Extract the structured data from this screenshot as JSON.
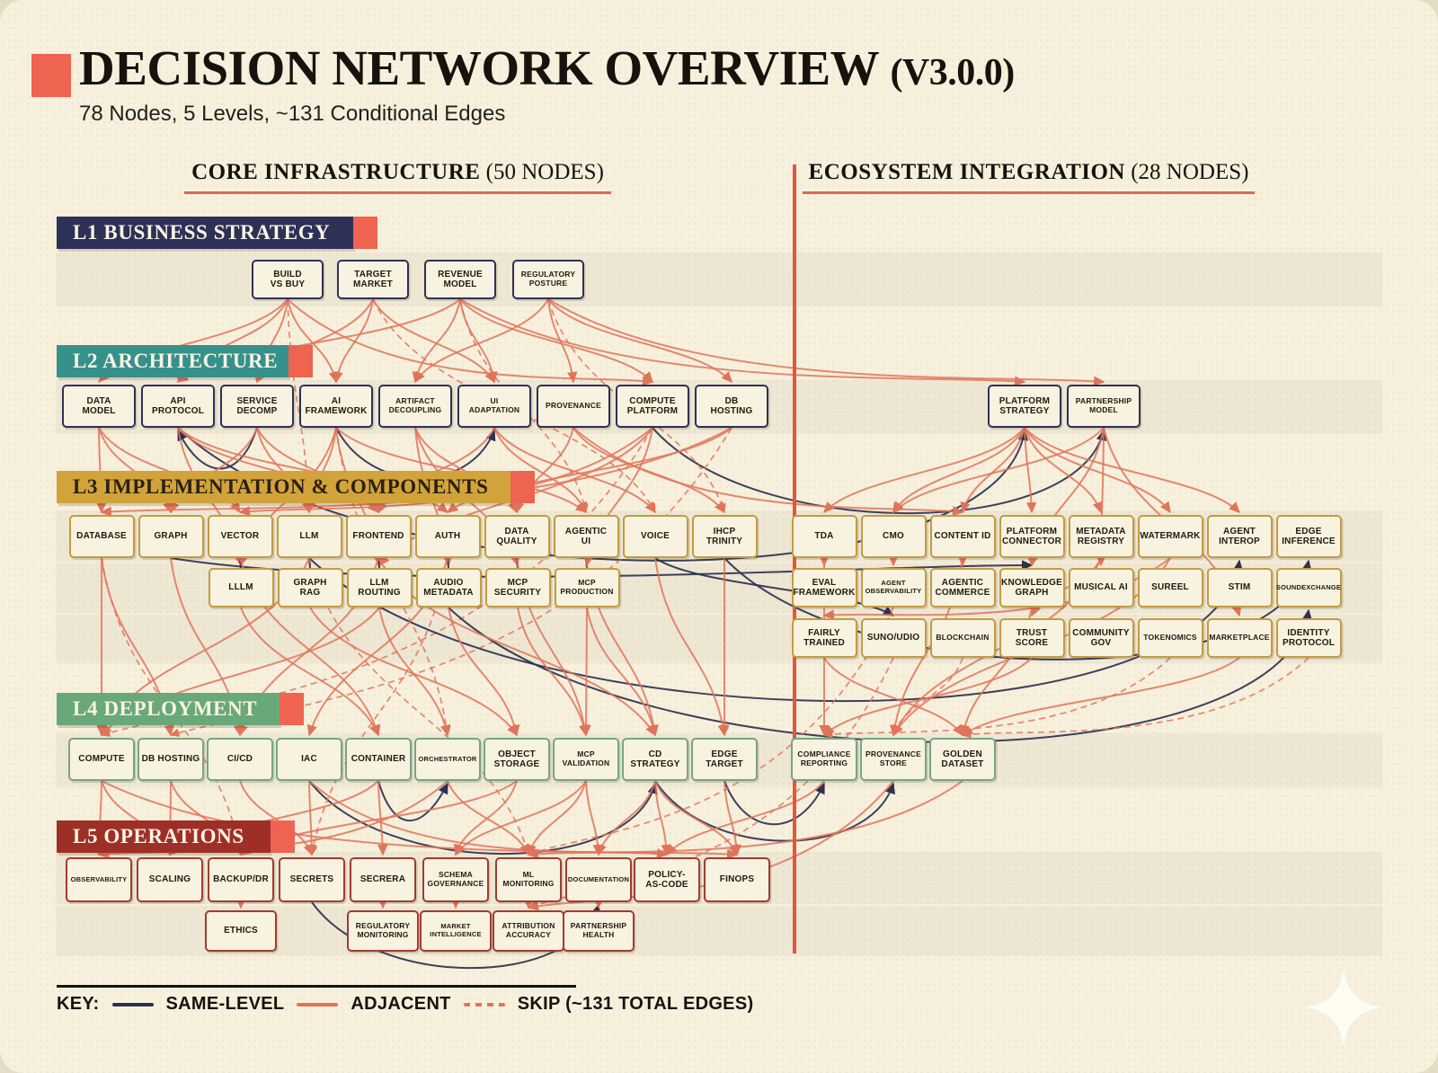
{
  "title": {
    "main": "DECISION NETWORK OVERVIEW",
    "version": "(V3.0.0)",
    "subtitle": "78 Nodes, 5 Levels, ~131 Conditional Edges"
  },
  "sections": {
    "left": {
      "name": "CORE INFRASTRUCTURE",
      "count": "(50 NODES)"
    },
    "right": {
      "name": "ECOSYSTEM INTEGRATION",
      "count": "(28 NODES)"
    }
  },
  "levels": [
    {
      "id": "l1",
      "title": "L1 BUSINESS STRATEGY",
      "color": "#2d3156"
    },
    {
      "id": "l2",
      "title": "L2 ARCHITECTURE",
      "color": "#35918a"
    },
    {
      "id": "l3",
      "title": "L3 IMPLEMENTATION & COMPONENTS",
      "color": "#d2a33b"
    },
    {
      "id": "l4",
      "title": "L4 DEPLOYMENT",
      "color": "#69a878"
    },
    {
      "id": "l5",
      "title": "L5 OPERATIONS",
      "color": "#9e2f27"
    }
  ],
  "colors": {
    "accent_red": "#ef6351",
    "edge_same": "#2d3150",
    "edge_adjacent": "#e0745a",
    "edge_skip": "#e0745a",
    "background": "#f6f0dd"
  },
  "groups": [
    {
      "key": "l1_row",
      "level": "l1",
      "nodes": [
        {
          "id": "build_vs_buy",
          "label": "BUILD\nVS BUY"
        },
        {
          "id": "target_market",
          "label": "TARGET\nMARKET"
        },
        {
          "id": "revenue_model",
          "label": "REVENUE\nMODEL"
        },
        {
          "id": "regulatory_posture",
          "label": "REGULATORY\nPOSTURE"
        }
      ]
    },
    {
      "key": "l2_left",
      "level": "l2",
      "nodes": [
        {
          "id": "data_model",
          "label": "DATA\nMODEL"
        },
        {
          "id": "api_protocol",
          "label": "API\nPROTOCOL"
        },
        {
          "id": "service_decomp",
          "label": "SERVICE\nDECOMP"
        },
        {
          "id": "ai_framework",
          "label": "AI\nFRAMEWORK"
        },
        {
          "id": "artifact_decoupling",
          "label": "ARTIFACT\nDECOUPLING"
        },
        {
          "id": "ui_adaptation",
          "label": "UI\nADAPTATION"
        },
        {
          "id": "provenance",
          "label": "PROVENANCE"
        },
        {
          "id": "compute_platform",
          "label": "COMPUTE\nPLATFORM"
        },
        {
          "id": "db_hosting",
          "label": "DB\nHOSTING"
        }
      ]
    },
    {
      "key": "l2_right",
      "level": "l2",
      "nodes": [
        {
          "id": "platform_strategy",
          "label": "PLATFORM\nSTRATEGY"
        },
        {
          "id": "partnership_model",
          "label": "PARTNERSHIP\nMODEL"
        }
      ]
    },
    {
      "key": "l3_r1_left",
      "level": "l3",
      "nodes": [
        {
          "id": "database",
          "label": "DATABASE"
        },
        {
          "id": "graph",
          "label": "GRAPH"
        },
        {
          "id": "vector",
          "label": "VECTOR"
        },
        {
          "id": "llm",
          "label": "LLM"
        },
        {
          "id": "frontend",
          "label": "FRONTEND"
        },
        {
          "id": "auth",
          "label": "AUTH"
        },
        {
          "id": "data_quality",
          "label": "DATA\nQUALITY"
        },
        {
          "id": "agentic_ui",
          "label": "AGENTIC\nUI"
        },
        {
          "id": "voice",
          "label": "VOICE"
        },
        {
          "id": "ihcp_trinity",
          "label": "IHCP\nTRINITY"
        }
      ]
    },
    {
      "key": "l3_r1_right",
      "level": "l3",
      "nodes": [
        {
          "id": "tda",
          "label": "TDA"
        },
        {
          "id": "cmo",
          "label": "CMO"
        },
        {
          "id": "content_id",
          "label": "CONTENT ID"
        },
        {
          "id": "platform_connector",
          "label": "PLATFORM\nCONNECTOR"
        },
        {
          "id": "metadata_registry",
          "label": "METADATA\nREGISTRY"
        },
        {
          "id": "watermark",
          "label": "WATERMARK"
        },
        {
          "id": "agent_interop",
          "label": "AGENT\nINTEROP"
        },
        {
          "id": "edge_inference",
          "label": "EDGE\nINFERENCE"
        }
      ]
    },
    {
      "key": "l3_r2_left",
      "level": "l3",
      "nodes": [
        {
          "id": "lllm",
          "label": "LLLM"
        },
        {
          "id": "graph_rag",
          "label": "GRAPH\nRAG"
        },
        {
          "id": "llm_routing",
          "label": "LLM\nROUTING"
        },
        {
          "id": "audio_metadata",
          "label": "AUDIO\nMETADATA"
        },
        {
          "id": "mcp_security",
          "label": "MCP\nSECURITY"
        },
        {
          "id": "mcp_production",
          "label": "MCP\nPRODUCTION"
        }
      ]
    },
    {
      "key": "l3_r2_right",
      "level": "l3",
      "nodes": [
        {
          "id": "eval_framework",
          "label": "EVAL\nFRAMEWORK"
        },
        {
          "id": "agent_observability",
          "label": "AGENT\nOBSERVABILITY"
        },
        {
          "id": "agentic_commerce",
          "label": "AGENTIC\nCOMMERCE"
        },
        {
          "id": "knowledge_graph",
          "label": "KNOWLEDGE\nGRAPH"
        },
        {
          "id": "musical_ai",
          "label": "MUSICAL AI"
        },
        {
          "id": "sureel",
          "label": "SUREEL"
        },
        {
          "id": "stim",
          "label": "STIM"
        },
        {
          "id": "soundexchange",
          "label": "SOUNDEXCHANGE"
        }
      ]
    },
    {
      "key": "l3_r3_right",
      "level": "l3",
      "nodes": [
        {
          "id": "fairly_trained",
          "label": "FAIRLY\nTRAINED"
        },
        {
          "id": "suno_udio",
          "label": "SUNO/UDIO"
        },
        {
          "id": "blockchain",
          "label": "BLOCKCHAIN"
        },
        {
          "id": "trust_score",
          "label": "TRUST\nSCORE"
        },
        {
          "id": "community_gov",
          "label": "COMMUNITY\nGOV"
        },
        {
          "id": "tokenomics",
          "label": "TOKENOMICS"
        },
        {
          "id": "marketplace",
          "label": "MARKETPLACE"
        },
        {
          "id": "identity_protocol",
          "label": "IDENTITY\nPROTOCOL"
        }
      ]
    },
    {
      "key": "l4_left",
      "level": "l4",
      "nodes": [
        {
          "id": "compute",
          "label": "COMPUTE"
        },
        {
          "id": "db_hosting_4",
          "label": "DB HOSTING"
        },
        {
          "id": "cicd",
          "label": "CI/CD"
        },
        {
          "id": "iac",
          "label": "IAC"
        },
        {
          "id": "container",
          "label": "CONTAINER"
        },
        {
          "id": "orchestrator",
          "label": "ORCHESTRATOR"
        },
        {
          "id": "object_storage",
          "label": "OBJECT\nSTORAGE"
        },
        {
          "id": "mcp_validation",
          "label": "MCP\nVALIDATION"
        },
        {
          "id": "cd_strategy",
          "label": "CD\nSTRATEGY"
        },
        {
          "id": "edge_target",
          "label": "EDGE\nTARGET"
        }
      ]
    },
    {
      "key": "l4_right",
      "level": "l4",
      "nodes": [
        {
          "id": "compliance_reporting",
          "label": "COMPLIANCE\nREPORTING"
        },
        {
          "id": "provenance_store",
          "label": "PROVENANCE\nSTORE"
        },
        {
          "id": "golden_dataset",
          "label": "GOLDEN\nDATASET"
        }
      ]
    },
    {
      "key": "l5_r1",
      "level": "l5",
      "nodes": [
        {
          "id": "observability",
          "label": "OBSERVABILITY"
        },
        {
          "id": "scaling",
          "label": "SCALING"
        },
        {
          "id": "backup_dr",
          "label": "BACKUP/DR"
        },
        {
          "id": "secrets",
          "label": "SECRETS"
        },
        {
          "id": "secrera",
          "label": "SECRERA"
        },
        {
          "id": "schema_governance",
          "label": "SCHEMA\nGOVERNANCE"
        },
        {
          "id": "ml_monitoring",
          "label": "ML\nMONITORING"
        },
        {
          "id": "documentation",
          "label": "DOCUMENTATION"
        },
        {
          "id": "policy_as_code",
          "label": "POLICY-\nAS-CODE"
        },
        {
          "id": "finops",
          "label": "FINOPS"
        }
      ]
    },
    {
      "key": "l5_r2",
      "level": "l5",
      "nodes": [
        {
          "id": "ethics",
          "label": "ETHICS"
        },
        {
          "id": "regulatory_monitoring",
          "label": "REGULATORY\nMONITORING"
        },
        {
          "id": "market_intelligence",
          "label": "MARKET\nINTELLIGENCE"
        },
        {
          "id": "attribution_accuracy",
          "label": "ATTRIBUTION\nACCURACY"
        },
        {
          "id": "partnership_health",
          "label": "PARTNERSHIP\nHEALTH"
        }
      ]
    }
  ],
  "edges": [
    [
      "build_vs_buy",
      "data_model",
      "adj"
    ],
    [
      "build_vs_buy",
      "api_protocol",
      "adj"
    ],
    [
      "build_vs_buy",
      "service_decomp",
      "adj"
    ],
    [
      "build_vs_buy",
      "ai_framework",
      "adj"
    ],
    [
      "build_vs_buy",
      "compute_platform",
      "adj"
    ],
    [
      "target_market",
      "ai_framework",
      "adj"
    ],
    [
      "target_market",
      "service_decomp",
      "adj"
    ],
    [
      "target_market",
      "ui_adaptation",
      "adj"
    ],
    [
      "revenue_model",
      "api_protocol",
      "adj"
    ],
    [
      "revenue_model",
      "artifact_decoupling",
      "adj"
    ],
    [
      "revenue_model",
      "ui_adaptation",
      "adj"
    ],
    [
      "revenue_model",
      "compute_platform",
      "adj"
    ],
    [
      "revenue_model",
      "platform_strategy",
      "adj"
    ],
    [
      "regulatory_posture",
      "provenance",
      "adj"
    ],
    [
      "regulatory_posture",
      "artifact_decoupling",
      "adj"
    ],
    [
      "regulatory_posture",
      "db_hosting",
      "adj"
    ],
    [
      "regulatory_posture",
      "partnership_model",
      "adj"
    ],
    [
      "api_protocol",
      "platform_strategy",
      "same"
    ],
    [
      "compute_platform",
      "partnership_model",
      "same"
    ],
    [
      "build_vs_buy",
      "llm",
      "skip"
    ],
    [
      "revenue_model",
      "agentic_ui",
      "skip"
    ],
    [
      "regulatory_posture",
      "ihcp_trinity",
      "skip"
    ],
    [
      "target_market",
      "voice",
      "skip"
    ],
    [
      "service_decomp",
      "api_protocol",
      "same"
    ],
    [
      "ai_framework",
      "ui_adaptation",
      "same"
    ],
    [
      "data_model",
      "database",
      "adj"
    ],
    [
      "data_model",
      "graph",
      "adj"
    ],
    [
      "data_model",
      "vector",
      "adj"
    ],
    [
      "api_protocol",
      "frontend",
      "adj"
    ],
    [
      "api_protocol",
      "auth",
      "adj"
    ],
    [
      "api_protocol",
      "lllm",
      "adj"
    ],
    [
      "service_decomp",
      "graph",
      "adj"
    ],
    [
      "service_decomp",
      "llm",
      "adj"
    ],
    [
      "service_decomp",
      "frontend",
      "adj"
    ],
    [
      "ai_framework",
      "llm",
      "adj"
    ],
    [
      "ai_framework",
      "lllm",
      "adj"
    ],
    [
      "ai_framework",
      "llm_routing",
      "adj"
    ],
    [
      "ai_framework",
      "agentic_ui",
      "adj"
    ],
    [
      "artifact_decoupling",
      "audio_metadata",
      "adj"
    ],
    [
      "artifact_decoupling",
      "mcp_security",
      "adj"
    ],
    [
      "artifact_decoupling",
      "data_quality",
      "adj"
    ],
    [
      "ui_adaptation",
      "frontend",
      "adj"
    ],
    [
      "ui_adaptation",
      "voice",
      "adj"
    ],
    [
      "ui_adaptation",
      "agentic_ui",
      "adj"
    ],
    [
      "provenance",
      "data_quality",
      "adj"
    ],
    [
      "provenance",
      "ihcp_trinity",
      "adj"
    ],
    [
      "provenance",
      "content_id",
      "adj"
    ],
    [
      "compute_platform",
      "vector",
      "adj"
    ],
    [
      "compute_platform",
      "llm_routing",
      "adj"
    ],
    [
      "compute_platform",
      "mcp_production",
      "adj"
    ],
    [
      "db_hosting",
      "database",
      "adj"
    ],
    [
      "db_hosting",
      "auth",
      "adj"
    ],
    [
      "platform_strategy",
      "tda",
      "adj"
    ],
    [
      "platform_strategy",
      "cmo",
      "adj"
    ],
    [
      "platform_strategy",
      "content_id",
      "adj"
    ],
    [
      "platform_strategy",
      "platform_connector",
      "adj"
    ],
    [
      "platform_strategy",
      "metadata_registry",
      "adj"
    ],
    [
      "platform_strategy",
      "watermark",
      "adj"
    ],
    [
      "platform_strategy",
      "agent_interop",
      "adj"
    ],
    [
      "partnership_model",
      "cmo",
      "adj"
    ],
    [
      "partnership_model",
      "knowledge_graph",
      "adj"
    ],
    [
      "partnership_model",
      "musical_ai",
      "adj"
    ],
    [
      "partnership_model",
      "marketplace",
      "adj"
    ],
    [
      "compute_platform",
      "compute",
      "skip"
    ],
    [
      "db_hosting",
      "db_hosting_4",
      "skip"
    ],
    [
      "ai_framework",
      "orchestrator",
      "skip"
    ],
    [
      "vector",
      "lllm",
      "link"
    ],
    [
      "llm",
      "graph_rag",
      "link"
    ],
    [
      "frontend",
      "llm_routing",
      "link"
    ],
    [
      "auth",
      "audio_metadata",
      "link"
    ],
    [
      "data_quality",
      "mcp_security",
      "link"
    ],
    [
      "agentic_ui",
      "mcp_production",
      "link"
    ],
    [
      "llm",
      "agent_interop",
      "same"
    ],
    [
      "audio_metadata",
      "soundexchange",
      "same"
    ],
    [
      "ihcp_trinity",
      "edge_inference",
      "same"
    ],
    [
      "voice",
      "suno_udio",
      "same"
    ],
    [
      "graph",
      "knowledge_graph",
      "same"
    ],
    [
      "tda",
      "eval_framework",
      "adj"
    ],
    [
      "cmo",
      "agent_observability",
      "adj"
    ],
    [
      "content_id",
      "agentic_commerce",
      "adj"
    ],
    [
      "platform_connector",
      "knowledge_graph",
      "adj"
    ],
    [
      "metadata_registry",
      "trust_score",
      "adj"
    ],
    [
      "watermark",
      "fairly_trained",
      "adj"
    ],
    [
      "database",
      "db_hosting_4",
      "adj"
    ],
    [
      "database",
      "compute",
      "adj"
    ],
    [
      "graph",
      "cicd",
      "adj"
    ],
    [
      "vector",
      "container",
      "adj"
    ],
    [
      "llm",
      "compute",
      "adj"
    ],
    [
      "frontend",
      "cicd",
      "adj"
    ],
    [
      "frontend",
      "cd_strategy",
      "adj"
    ],
    [
      "auth",
      "iac",
      "adj"
    ],
    [
      "data_quality",
      "mcp_validation",
      "adj"
    ],
    [
      "agentic_ui",
      "cd_strategy",
      "adj"
    ],
    [
      "voice",
      "edge_target",
      "adj"
    ],
    [
      "ihcp_trinity",
      "edge_target",
      "adj"
    ],
    [
      "lllm",
      "container",
      "adj"
    ],
    [
      "graph_rag",
      "object_storage",
      "adj"
    ],
    [
      "llm_routing",
      "orchestrator",
      "adj"
    ],
    [
      "llm_routing",
      "compute",
      "adj"
    ],
    [
      "audio_metadata",
      "object_storage",
      "adj"
    ],
    [
      "mcp_security",
      "mcp_validation",
      "adj"
    ],
    [
      "mcp_production",
      "mcp_validation",
      "adj"
    ],
    [
      "mcp_production",
      "cd_strategy",
      "adj"
    ],
    [
      "tda",
      "compliance_reporting",
      "adj"
    ],
    [
      "content_id",
      "provenance_store",
      "adj"
    ],
    [
      "metadata_registry",
      "provenance_store",
      "adj"
    ],
    [
      "knowledge_graph",
      "golden_dataset",
      "adj"
    ],
    [
      "fairly_trained",
      "golden_dataset",
      "adj"
    ],
    [
      "trust_score",
      "compliance_reporting",
      "adj"
    ],
    [
      "watermark",
      "provenance_store",
      "adj"
    ],
    [
      "marketplace",
      "golden_dataset",
      "adj"
    ],
    [
      "container",
      "orchestrator",
      "same"
    ],
    [
      "iac",
      "cd_strategy",
      "same"
    ],
    [
      "edge_target",
      "compliance_reporting",
      "same"
    ],
    [
      "cd_strategy",
      "provenance_store",
      "same"
    ],
    [
      "llm",
      "ml_monitoring",
      "skip"
    ],
    [
      "auth",
      "secrets",
      "skip"
    ],
    [
      "database",
      "backup_dr",
      "skip"
    ],
    [
      "blockchain",
      "provenance_store",
      "skip"
    ],
    [
      "tokenomics",
      "compliance_reporting",
      "skip"
    ],
    [
      "suno_udio",
      "attribution_accuracy",
      "skip"
    ],
    [
      "agent_observability",
      "ml_monitoring",
      "skip"
    ],
    [
      "identity_protocol",
      "golden_dataset",
      "skip"
    ],
    [
      "compute",
      "observability",
      "adj"
    ],
    [
      "compute",
      "scaling",
      "adj"
    ],
    [
      "compute",
      "finops",
      "adj"
    ],
    [
      "db_hosting_4",
      "backup_dr",
      "adj"
    ],
    [
      "db_hosting_4",
      "scaling",
      "adj"
    ],
    [
      "cicd",
      "secrets",
      "adj"
    ],
    [
      "iac",
      "secrets",
      "adj"
    ],
    [
      "iac",
      "policy_as_code",
      "adj"
    ],
    [
      "container",
      "scaling",
      "adj"
    ],
    [
      "container",
      "secrera",
      "adj"
    ],
    [
      "orchestrator",
      "observability",
      "adj"
    ],
    [
      "orchestrator",
      "ml_monitoring",
      "adj"
    ],
    [
      "object_storage",
      "backup_dr",
      "adj"
    ],
    [
      "object_storage",
      "schema_governance",
      "adj"
    ],
    [
      "mcp_validation",
      "schema_governance",
      "adj"
    ],
    [
      "mcp_validation",
      "documentation",
      "adj"
    ],
    [
      "mcp_validation",
      "ml_monitoring",
      "adj"
    ],
    [
      "cd_strategy",
      "documentation",
      "adj"
    ],
    [
      "cd_strategy",
      "policy_as_code",
      "adj"
    ],
    [
      "cd_strategy",
      "finops",
      "adj"
    ],
    [
      "edge_target",
      "finops",
      "adj"
    ],
    [
      "compliance_reporting",
      "policy_as_code",
      "adj"
    ],
    [
      "provenance_store",
      "attribution_accuracy",
      "adj"
    ],
    [
      "golden_dataset",
      "ml_monitoring",
      "adj"
    ],
    [
      "secrets",
      "documentation",
      "same"
    ],
    [
      "backup_dr",
      "ethics",
      "adj"
    ],
    [
      "secrera",
      "regulatory_monitoring",
      "adj"
    ],
    [
      "schema_governance",
      "market_intelligence",
      "adj"
    ],
    [
      "ml_monitoring",
      "attribution_accuracy",
      "adj"
    ],
    [
      "documentation",
      "partnership_health",
      "adj"
    ]
  ],
  "legend": {
    "key_label": "KEY:",
    "items": [
      {
        "label": "SAME-LEVEL",
        "kind": "same"
      },
      {
        "label": "ADJACENT",
        "kind": "adj"
      },
      {
        "label": "SKIP (~131 TOTAL EDGES)",
        "kind": "skip"
      }
    ]
  }
}
